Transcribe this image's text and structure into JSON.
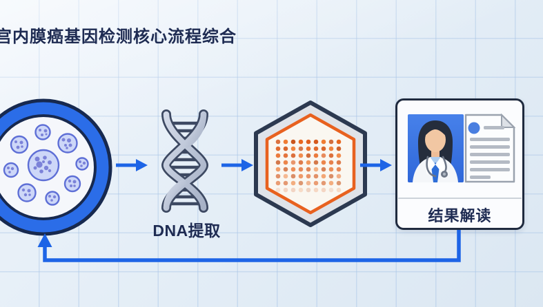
{
  "diagram": {
    "title": "宫内膜癌基因检测核心流程综合",
    "nodes": {
      "sample_cells": {
        "name": "tissue-sample-cells"
      },
      "dna": {
        "label": "DNA提取"
      },
      "chip": {
        "grid_rows": 8,
        "grid_cols": 9
      },
      "report": {
        "label": "结果解读"
      }
    },
    "colors": {
      "background": "#e3edf6",
      "grid_line": "#a8c4e6",
      "title_navy": "#1e2b52",
      "arrow_blue": "#1d64e6",
      "ring_blue": "#2b6de8",
      "outline_navy": "#17294f",
      "cell_fill": "#cdd7f8",
      "cell_outline": "#5e6fd6",
      "cell_dot": "#7b82d8",
      "helix_gray": "#c3cbdc",
      "helix_outline": "#3d4962",
      "hex_fill": "#dfe3e9",
      "hex_outline": "#2c3950",
      "chip_orange": "#e8671f",
      "doc_line_gray": "#b4bac4",
      "photo_blue": "#3b79e4"
    }
  }
}
